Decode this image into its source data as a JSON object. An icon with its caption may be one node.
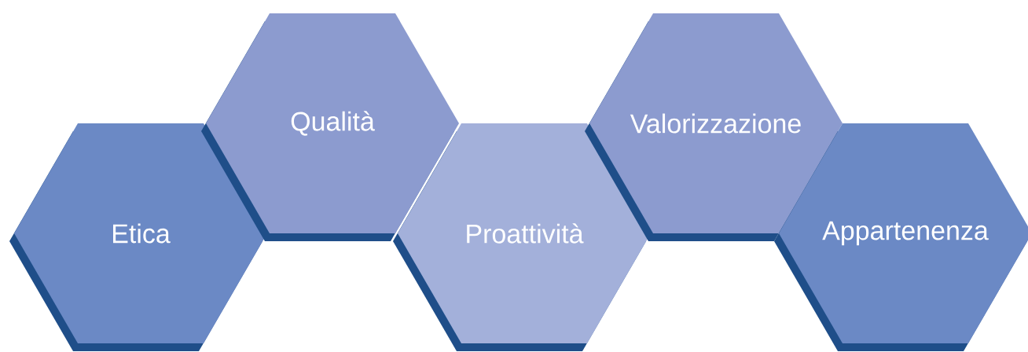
{
  "diagram": {
    "nodes": [
      {
        "text": [
          "Etica"
        ]
      },
      {
        "text": [
          "Qualità"
        ]
      },
      {
        "text": [
          "Proattività"
        ]
      },
      {
        "text": [
          "Valorizzazione"
        ]
      },
      {
        "text": [
          "Appartenenza"
        ]
      }
    ]
  }
}
